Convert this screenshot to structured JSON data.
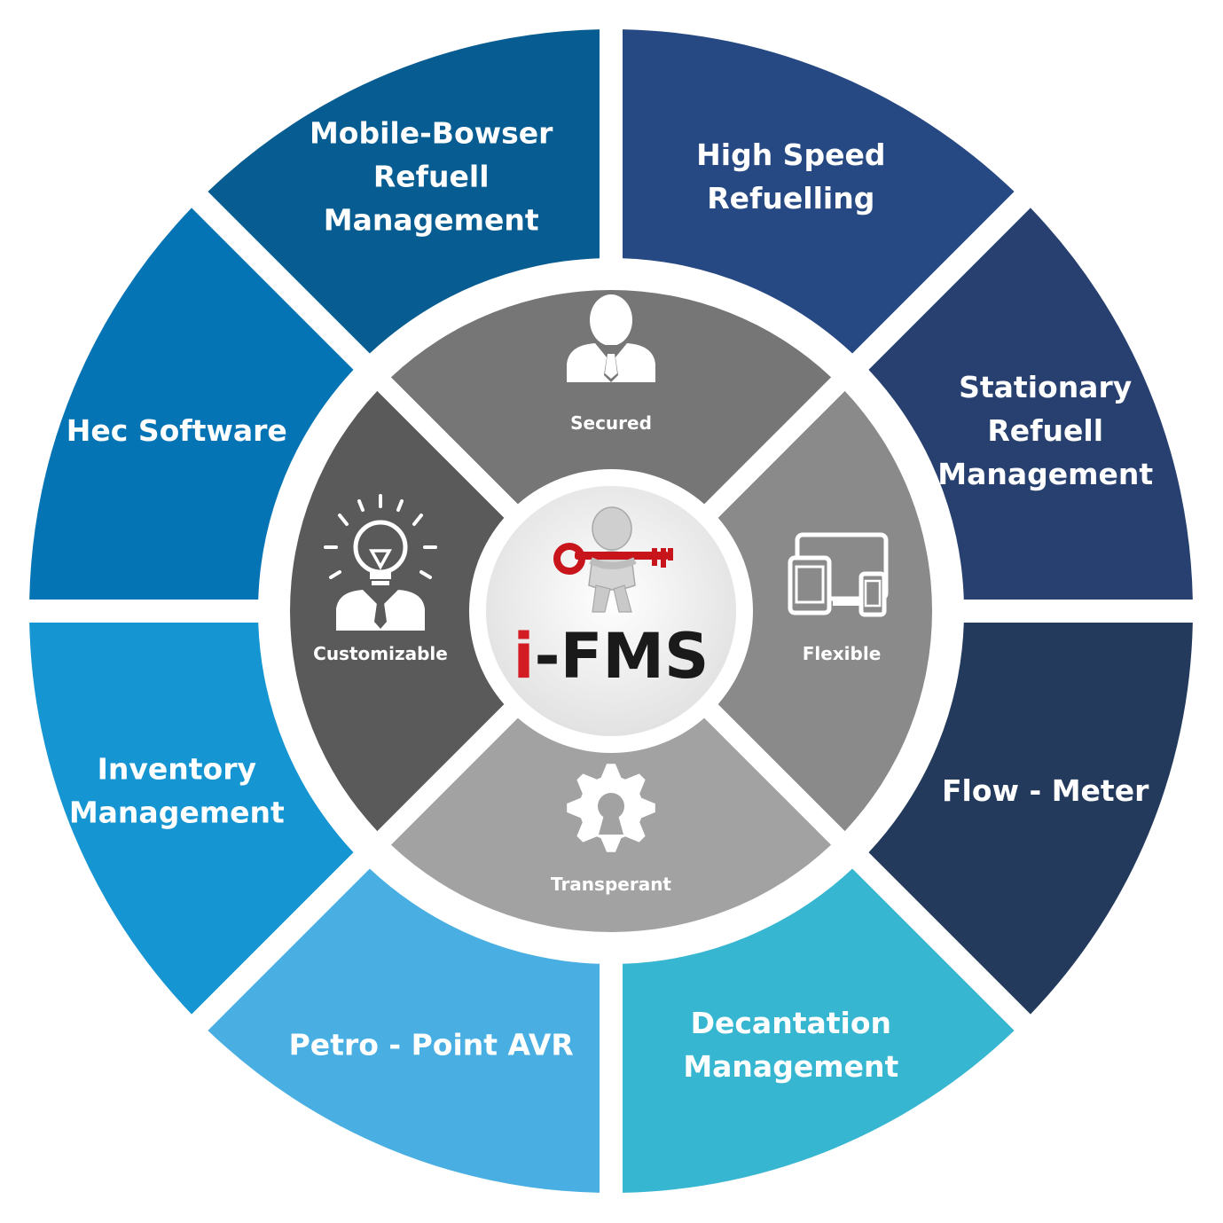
{
  "outer_segments": [
    {
      "lines": [
        "High Speed",
        "Refuelling"
      ],
      "color": "#274983"
    },
    {
      "lines": [
        "Stationary",
        "Refuell",
        "Management"
      ],
      "color": "#27406f"
    },
    {
      "lines": [
        "Flow - Meter"
      ],
      "color": "#233a5c"
    },
    {
      "lines": [
        "Decantation",
        "Management"
      ],
      "color": "#36b6d0"
    },
    {
      "lines": [
        "Petro - Point AVR"
      ],
      "color": "#49aee2"
    },
    {
      "lines": [
        "Inventory",
        "Management"
      ],
      "color": "#1595d2"
    },
    {
      "lines": [
        "Hec Software"
      ],
      "color": "#0574b5"
    },
    {
      "lines": [
        "Mobile-Bowser",
        "Refuell",
        "Management"
      ],
      "color": "#075c91"
    }
  ],
  "inner_segments": [
    {
      "label": "Secured",
      "icon": "businessman-icon",
      "color": "#767676"
    },
    {
      "label": "Flexible",
      "icon": "devices-icon",
      "color": "#8a8a8a"
    },
    {
      "label": "Transperant",
      "icon": "gear-icon",
      "color": "#a2a2a2"
    },
    {
      "label": "Customizable",
      "icon": "lightbulb-person-icon",
      "color": "#5a5a5a"
    }
  ],
  "logo": {
    "prefix": "i",
    "rest": "-FMS",
    "prefix_color": "#d31b24",
    "rest_color": "#1a1a1a"
  }
}
